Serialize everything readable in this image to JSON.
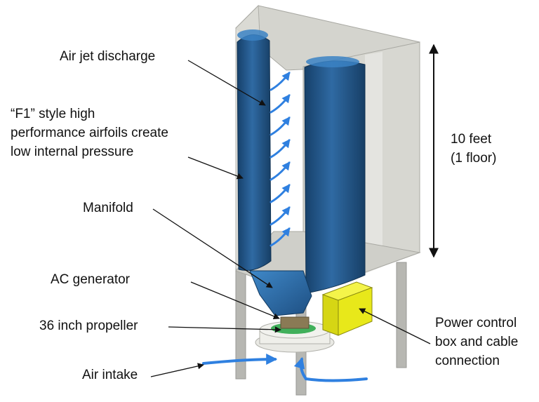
{
  "labels": {
    "air_jet_discharge": "Air jet discharge",
    "airfoils": [
      "“F1” style high",
      "performance airfoils create",
      "low internal pressure"
    ],
    "manifold": "Manifold",
    "ac_generator": "AC generator",
    "propeller": "36 inch propeller",
    "air_intake": "Air intake",
    "height": [
      "10 feet",
      "(1 floor)"
    ],
    "power_control": [
      "Power control",
      "box and cable",
      "connection"
    ]
  },
  "colors": {
    "airfoil_blue": "#1f4f7f",
    "airfoil_highlight": "#3b82c4",
    "arrow_blue": "#2f80e0",
    "frame_gray": "#c9c9c4",
    "panel_gray": "#d9d9d3",
    "leg_gray": "#b7b7b2",
    "power_box_yellow": "#e8e81a",
    "propeller_green": "#2ea84a",
    "generator_brown": "#8a7a55"
  },
  "icons": [
    "up-curved-arrow",
    "double-headed-arrow"
  ]
}
